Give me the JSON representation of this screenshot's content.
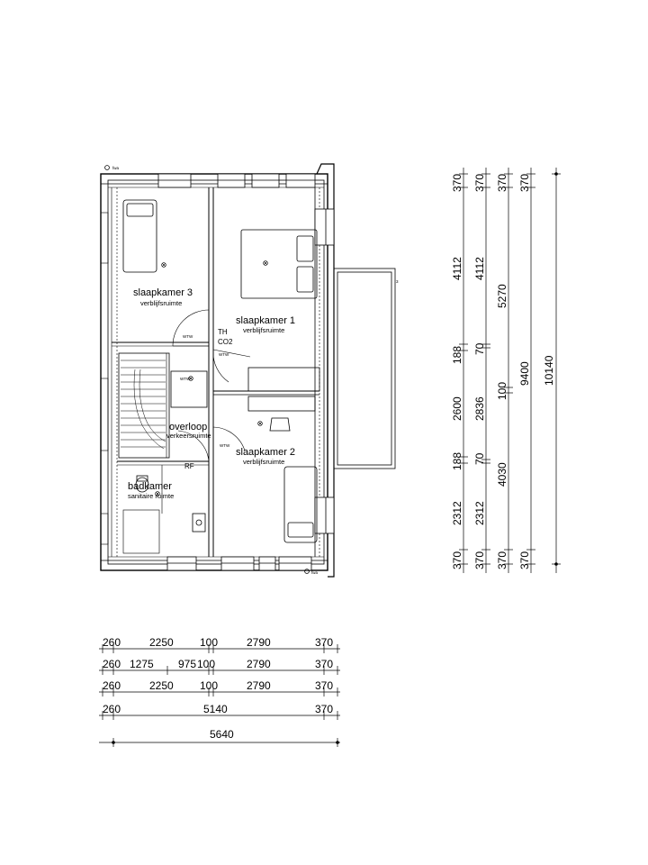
{
  "rooms": [
    {
      "name": "slaapkamer 3",
      "type": "verblijfsruimte"
    },
    {
      "name": "slaapkamer 1",
      "type": "verblijfsruimte"
    },
    {
      "name": "overloop",
      "type": "verkeersruimte"
    },
    {
      "name": "slaapkamer 2",
      "type": "verblijfsruimte"
    },
    {
      "name": "badkamer",
      "type": "sanitaire ruimte"
    }
  ],
  "symbols": {
    "fwa": "fwa",
    "th": "TH",
    "co2": "CO2",
    "wtw": "WTW",
    "rf": "RF",
    "balcony_mark": "3"
  },
  "dims_horizontal": [
    [
      "260",
      "2250",
      "100",
      "2790",
      "370"
    ],
    [
      "260",
      "1275",
      "975",
      "100",
      "2790",
      "370"
    ],
    [
      "260",
      "2250",
      "100",
      "2790",
      "370"
    ],
    [
      "260",
      "5140",
      "370"
    ],
    [
      "5640"
    ]
  ],
  "dims_vertical": [
    [
      "370",
      "4112",
      "188",
      "2600",
      "188",
      "2312",
      "370"
    ],
    [
      "370",
      "4112",
      "70",
      "2836",
      "70",
      "2312",
      "370"
    ],
    [
      "370",
      "5270",
      "100",
      "4030",
      "370"
    ],
    [
      "370",
      "9400",
      "370"
    ],
    [
      "10140"
    ]
  ]
}
